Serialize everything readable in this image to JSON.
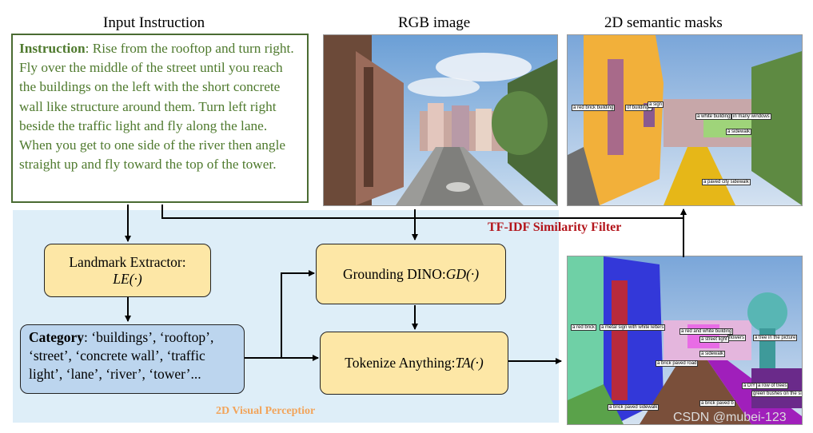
{
  "headers": {
    "instruction": "Input Instruction",
    "rgb": "RGB image",
    "masks": "2D semantic masks"
  },
  "instruction": {
    "label": "Instruction",
    "text": ": Rise from the rooftop and turn right. Fly over the middle of the street until you reach the buildings on the left with the short concrete wall like structure around them. Turn left right beside the traffic light and fly along the lane. When you get to one side of the river then angle straight up and fly toward the top of the tower."
  },
  "modules": {
    "landmark_extractor": {
      "name": "Landmark Extractor:",
      "func": "LE(·)"
    },
    "grounding_dino": {
      "name": "Grounding DINO: ",
      "func": "GD(·)"
    },
    "tokenize_anything": {
      "name": "Tokenize Anything: ",
      "func": "TA(·)"
    }
  },
  "category": {
    "label": "Category",
    "text": ": ‘buildings’, ‘rooftop’, ‘street’, ‘concrete wall’, ‘traffic light’, ‘lane’, ‘river’, ‘tower’..."
  },
  "filter_label": "TF-IDF Similarity Filter",
  "perception_label": "2D Visual Perceptior",
  "masks_top_tags": [
    "a red brick building",
    "of buildings",
    "a white building",
    "in many windows",
    "a sidewalk",
    "a paved city sidewalk",
    "a sign"
  ],
  "masks_bottom_tags": [
    "a red brick",
    "a metal sign with white letters",
    "a red and white building",
    "flowers",
    "a tree in the picture",
    "a street light",
    "a sidewalk",
    "a brick paved road",
    "a row of trees",
    "green bushes on the side",
    "a brick paved sidewalk",
    "a brick paved b",
    "a DIY"
  ],
  "watermark": "CSDN @mubei-123",
  "colors": {
    "instruction_text": "#4f7a2e",
    "module_fill": "#fde7a6",
    "category_fill": "#bcd5ee",
    "perception_bg": "#deeef8",
    "filter_text": "#b3151b",
    "perception_text": "#f2a45a"
  }
}
